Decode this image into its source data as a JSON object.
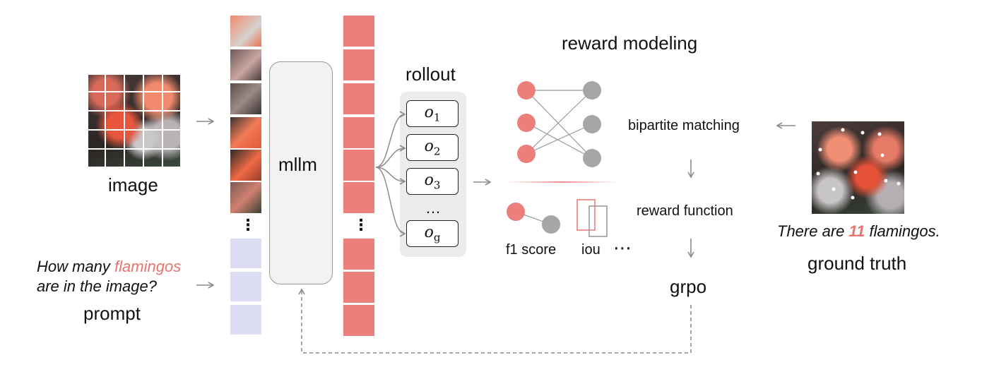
{
  "labels": {
    "image": "image",
    "prompt": "prompt",
    "mllm": "mllm",
    "rollout": "rollout",
    "reward_modeling": "reward modeling",
    "bipartite_matching": "bipartite matching",
    "reward_function": "reward function",
    "f1_score": "f1 score",
    "iou": "iou",
    "grpo": "grpo",
    "ground_truth": "ground truth",
    "more_dots": "⋯",
    "vdots": "⋮"
  },
  "question": {
    "line1_prefix": "How many ",
    "line1_highlight": "flamingos",
    "line2": "are in the image?"
  },
  "answer": {
    "prefix": "There are ",
    "number": "11",
    "suffix": " flamingos."
  },
  "outputs": [
    {
      "base": "o",
      "sub": "1"
    },
    {
      "base": "o",
      "sub": "2"
    },
    {
      "base": "o",
      "sub": "3"
    },
    {
      "ellipsis": "…"
    },
    {
      "base": "o",
      "sub": "g"
    }
  ],
  "colors": {
    "accent_red": "#ec7f7b",
    "highlight_text": "#e8746f",
    "prompt_patch": "#dcdcf3",
    "node_gray": "#a6a6a6",
    "node_red": "#ec7f7b",
    "arrow_gray": "#8c8c8c"
  }
}
